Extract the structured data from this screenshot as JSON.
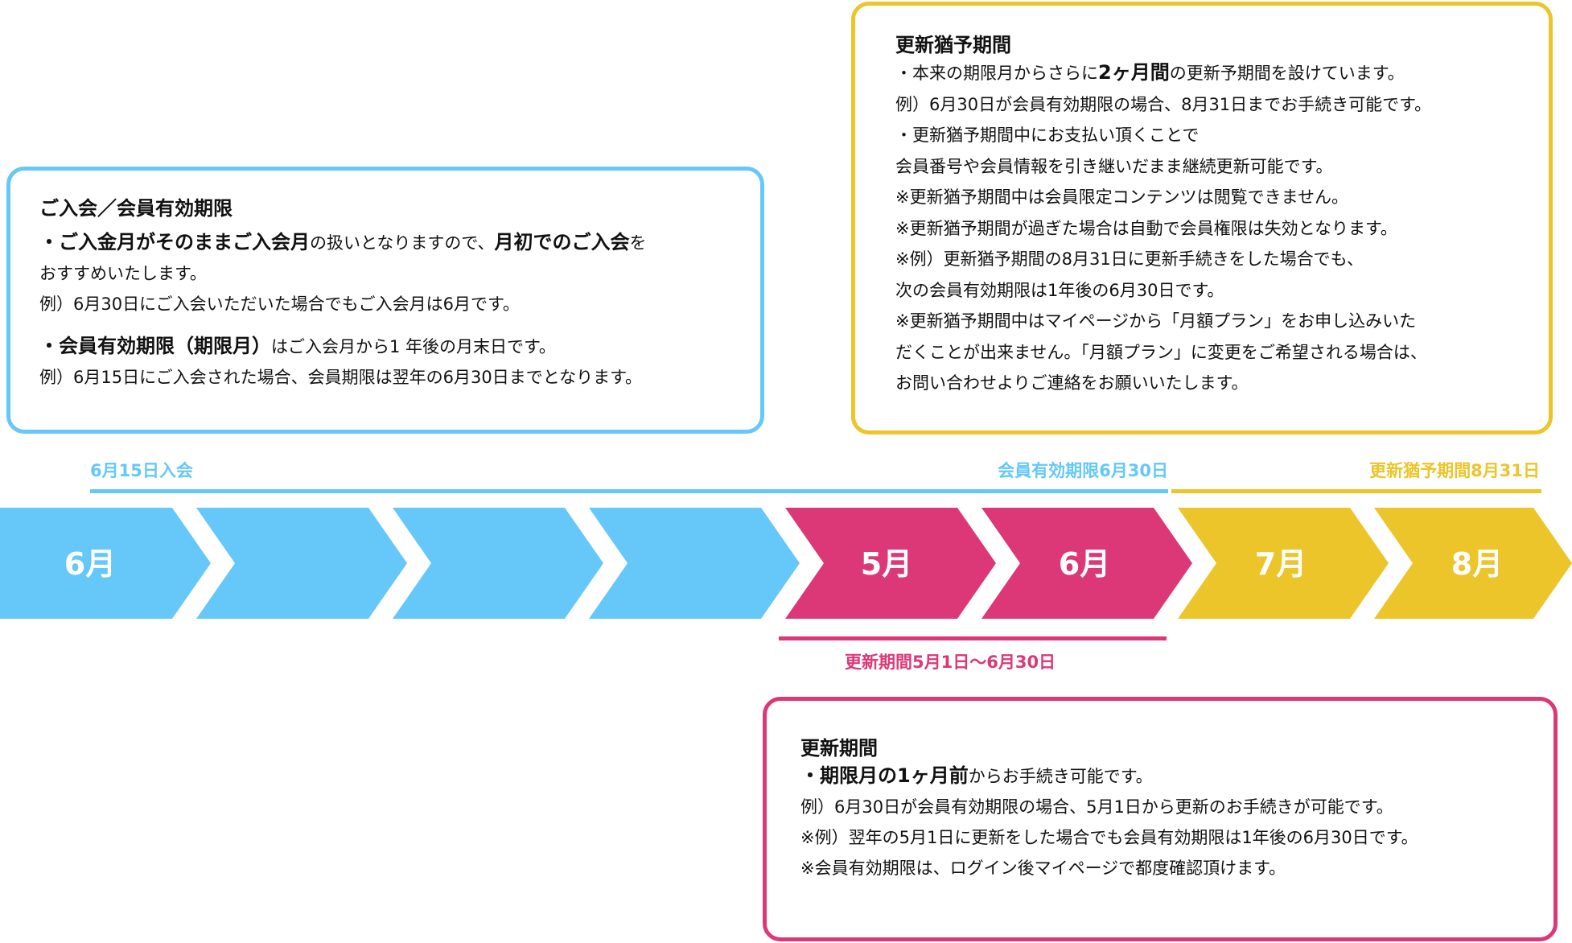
{
  "join_box": {
    "title": "ご入会／会員有効期限",
    "p1_l1_a": "・ご入金月がそのままご入会月",
    "p1_l1_b": "の扱いとなりますので、",
    "p1_l1_c": "月初でのご入会",
    "p1_l1_d": "を",
    "p1_l2": "おすすめいたします。",
    "p1_l3": "例）6月30日にご入会いただいた場合でもご入会月は6月です。",
    "p2_l1_a": "・会員有効期限（期限月）",
    "p2_l1_b": "はご入会月から1 年後の月末日です。",
    "p2_l2": "例）6月15日にご入会された場合、会員期限は翌年の6月30日までとなります。"
  },
  "grace_box": {
    "title": "更新猶予期間",
    "l1_a": "・本来の期限月からさらに",
    "l1_b": "2ヶ月間",
    "l1_c": "の更新予期間を設けています。",
    "l2": "例）6月30日が会員有効期限の場合、8月31日までお手続き可能です。",
    "l3": "・更新猶予期間中にお支払い頂くことで",
    "l4": "会員番号や会員情報を引き継いだまま継続更新可能です。",
    "l5": "※更新猶予期間中は会員限定コンテンツは閲覧できません。",
    "l6": "※更新猶予期間が過ぎた場合は自動で会員権限は失効となります。",
    "l7": "※例）更新猶予期間の8月31日に更新手続きをした場合でも、",
    "l8": "次の会員有効期限は1年後の6月30日です。",
    "l9": "※更新猶予期間中はマイページから「月額プラン」をお申し込みいた",
    "l10": "だくことが出来ません。「月額プラン」に変更をご希望される場合は、",
    "l11": "お問い合わせよりご連絡をお願いいたします。"
  },
  "renew_box": {
    "title": "更新期間",
    "l1_a": "・期限月の1ヶ月前",
    "l1_b": "からお手続き可能です。",
    "l2": "例）6月30日が会員有効期限の場合、5月1日から更新のお手続きが可能です。",
    "l3": "※例）翌年の5月1日に更新をした場合でも会員有効期限は1年後の6月30日です。",
    "l4": "※会員有効期限は、ログイン後マイページで都度確認頂けます。"
  },
  "timeline": {
    "join_label": "6月15日入会",
    "expiry_label": "会員有効期限6月30日",
    "grace_label": "更新猶予期間8月31日",
    "renew_label": "更新期間5月1日～6月30日",
    "months": [
      "6月",
      "",
      "",
      "",
      "5月",
      "6月",
      "7月",
      "8月"
    ]
  },
  "colors": {
    "blue": "#65c8f8",
    "pink": "#dc3878",
    "yellow": "#ebc529"
  }
}
